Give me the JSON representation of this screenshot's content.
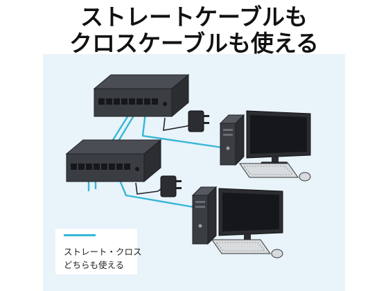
{
  "heading": {
    "line1": "ストレートケーブルも",
    "line2": "クロスケーブルも使える"
  },
  "legend": {
    "line1": "ストレート・クロス",
    "line2": "どちらも使える"
  },
  "colors": {
    "cable": "#35b6d6",
    "panel_background": "#e8f3fa",
    "device_dark": "#3a3d42"
  },
  "icons": [
    "network-switch-icon",
    "ac-adapter-icon",
    "desktop-pc-icon",
    "monitor-icon",
    "keyboard-icon",
    "mouse-icon"
  ]
}
